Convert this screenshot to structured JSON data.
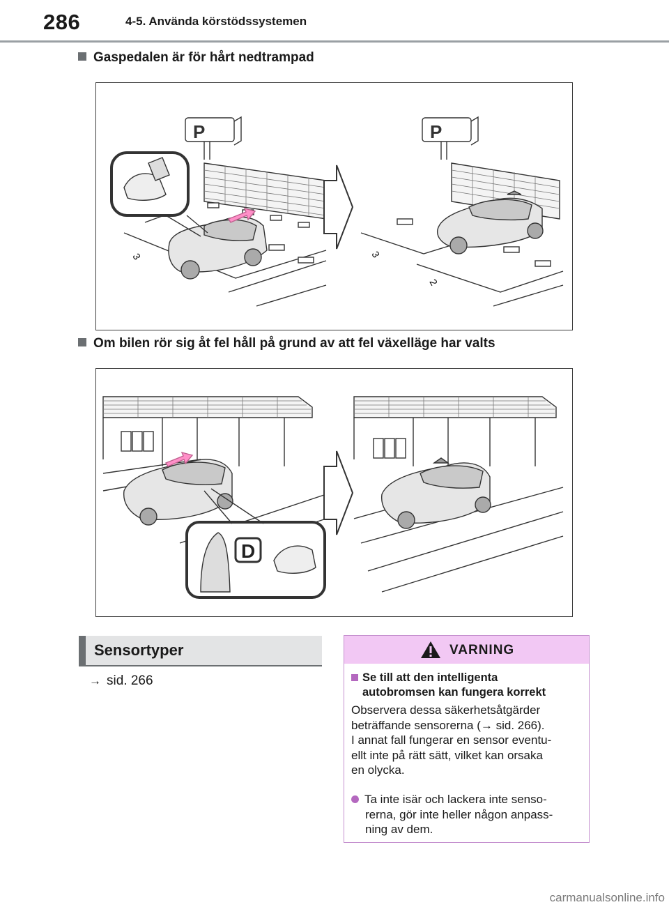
{
  "header": {
    "page_number": "286",
    "chapter_title": "4-5. Använda körstödssystemen"
  },
  "sections": {
    "subhead_1": "Gaspedalen är för hårt nedtrampad",
    "subhead_2": "Om bilen rör sig åt fel håll på grund av att fel växelläge har valts"
  },
  "figure_labels": {
    "parking_sign": "P",
    "gear_letter": "D",
    "space_num_3": "3",
    "space_num_2": "2"
  },
  "sensor_section": {
    "title": "Sensortyper",
    "arrow": "→",
    "reference": "sid. 266"
  },
  "warning": {
    "title": "VARNING",
    "bullet_heading_line1": "Se till att den intelligenta",
    "bullet_heading_line2": "autobromsen kan fungera korrekt",
    "para_line1": "Observera dessa säkerhetsåtgärder",
    "para_line2": "beträffande sensorerna (→ sid. 266).",
    "para_line3": "I annat fall fungerar en sensor eventu-",
    "para_line4": "ellt inte på rätt sätt, vilket kan orsaka",
    "para_line5": "en olycka.",
    "item_line1": "Ta inte isär och lackera inte senso-",
    "item_line2": "rerna, gör inte heller någon anpass-",
    "item_line3": "ning av dem."
  },
  "footer": {
    "watermark": "carmanualsonline.info"
  },
  "colors": {
    "warning_header_bg": "#f2c8f4",
    "warning_accent": "#b468bf",
    "section_bar_bg": "#e3e4e5",
    "accent_pink": "#ff8fc8"
  }
}
